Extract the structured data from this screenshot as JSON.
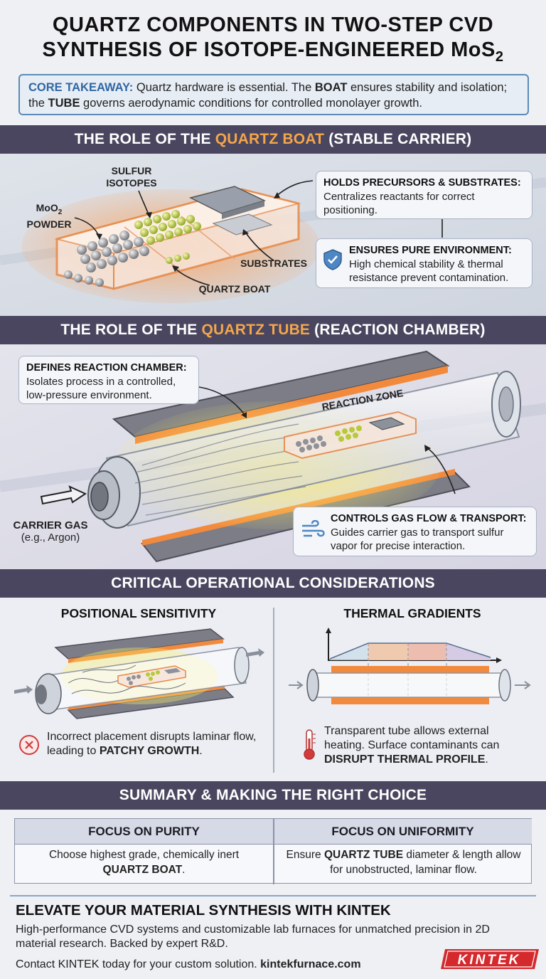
{
  "title": {
    "line1": "QUARTZ COMPONENTS IN TWO-STEP CVD",
    "line2": "SYNTHESIS OF ISOTOPE-ENGINEERED MoS",
    "line2_sub": "2"
  },
  "takeaway": {
    "label": "CORE TAKEAWAY:",
    "t1": " Quartz hardware is essential. The ",
    "boat": "BOAT",
    "t2": " ensures stability and isolation; the ",
    "tube": "TUBE",
    "t3": " governs aerodynamic conditions for controlled monolayer growth."
  },
  "boat_section": {
    "heading_pre": "THE ROLE OF THE ",
    "heading_hl": "QUARTZ BOAT",
    "heading_post": " (STABLE CARRIER)",
    "label_sulfur": "SULFUR ISOTOPES",
    "label_moo2_a": "MoO",
    "label_moo2_sub": "2",
    "label_moo2_b": "POWDER",
    "label_substrates": "SUBSTRATES",
    "label_boat": "QUARTZ BOAT",
    "callout1_h": "HOLDS PRECURSORS & SUBSTRATES:",
    "callout1_t": "Centralizes reactants for correct positioning.",
    "callout2_h": "ENSURES PURE ENVIRONMENT:",
    "callout2_t": "High chemical stability & thermal resistance prevent contamination."
  },
  "tube_section": {
    "heading_pre": "THE ROLE OF THE ",
    "heading_hl": "QUARTZ TUBE",
    "heading_post": " (REACTION CHAMBER)",
    "callout1_h": "DEFINES REACTION CHAMBER:",
    "callout1_t": "Isolates process in a controlled, low-pressure environment.",
    "label_zone": "REACTION ZONE",
    "label_gas": "CARRIER GAS",
    "label_gas_sub": "(e.g., Argon)",
    "callout2_h": "CONTROLS GAS FLOW & TRANSPORT:",
    "callout2_t": "Guides carrier gas to transport sulfur vapor for precise interaction."
  },
  "considerations": {
    "heading": "CRITICAL OPERATIONAL CONSIDERATIONS",
    "left_title": "POSITIONAL SENSITIVITY",
    "left_t1": "Incorrect placement disrupts laminar flow, leading to ",
    "left_b": "PATCHY GROWTH",
    "left_t2": ".",
    "right_title": "THERMAL GRADIENTS",
    "right_t1": "Transparent tube allows external heating. Surface contaminants can ",
    "right_b": "DISRUPT THERMAL PROFILE",
    "right_t2": "."
  },
  "summary": {
    "heading": "SUMMARY & MAKING THE RIGHT CHOICE",
    "col1_h": "FOCUS ON PURITY",
    "col1_t1": "Choose highest grade, chemically inert",
    "col1_b": "QUARTZ BOAT",
    "col1_t2": ".",
    "col2_h": "FOCUS ON UNIFORMITY",
    "col2_t1": "Ensure ",
    "col2_b": "QUARTZ TUBE",
    "col2_t2": " diameter & length allow for unobstructed, laminar flow."
  },
  "cta": {
    "heading": "ELEVATE YOUR MATERIAL SYNTHESIS WITH KINTEK",
    "text": "High-performance CVD systems and customizable lab furnaces for unmatched precision in 2D material research. Backed by expert R&D.",
    "contact": "Contact KINTEK today for your custom solution. ",
    "url": "kintekfurnace.com",
    "logo": "KINTEK"
  },
  "colors": {
    "band": "#4a4660",
    "accent": "#f4a64a",
    "logo_red": "#d42a2e"
  }
}
